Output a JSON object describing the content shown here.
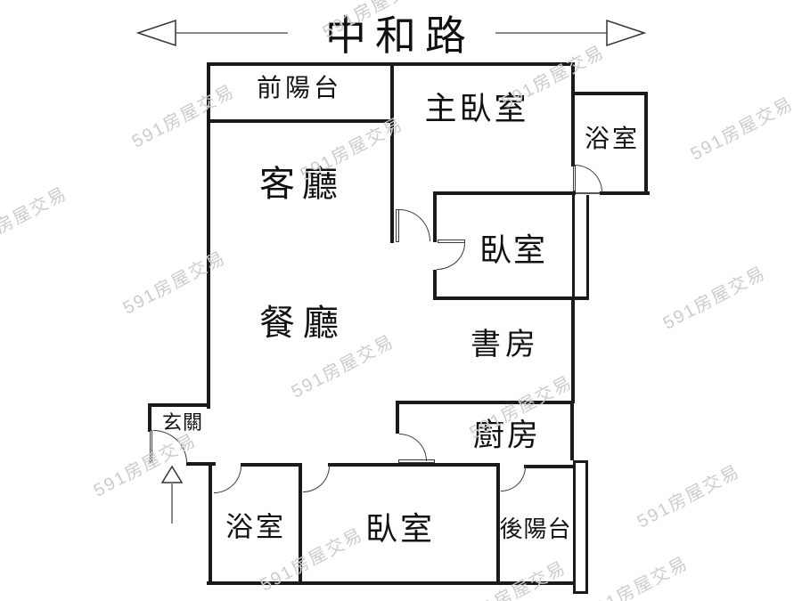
{
  "road": {
    "name": "中和路"
  },
  "rooms": {
    "front_balcony": {
      "label": "前陽台"
    },
    "master_bedroom": {
      "label": "主臥室"
    },
    "bathroom_upper": {
      "label": "浴室"
    },
    "living_room": {
      "label": "客廳"
    },
    "bedroom_middle": {
      "label": "臥室"
    },
    "dining_room": {
      "label": "餐廳"
    },
    "study": {
      "label": "書房"
    },
    "entryway": {
      "label": "玄關"
    },
    "kitchen": {
      "label": "廚房"
    },
    "bathroom_lower": {
      "label": "浴室"
    },
    "bedroom_lower": {
      "label": "臥室"
    },
    "rear_balcony": {
      "label": "後陽台"
    }
  },
  "watermark_text": "591房屋交易",
  "icons": {
    "road_arrow_left": "left-direction-arrow",
    "road_arrow_right": "right-direction-arrow",
    "entrance_arrow": "up-entrance-arrow"
  },
  "colors": {
    "wall": "#1a1a1a",
    "door_arc": "#3a3a3a",
    "watermark": "#cccccc",
    "background": "#ffffff",
    "arrow_line": "#8a8a8a"
  }
}
